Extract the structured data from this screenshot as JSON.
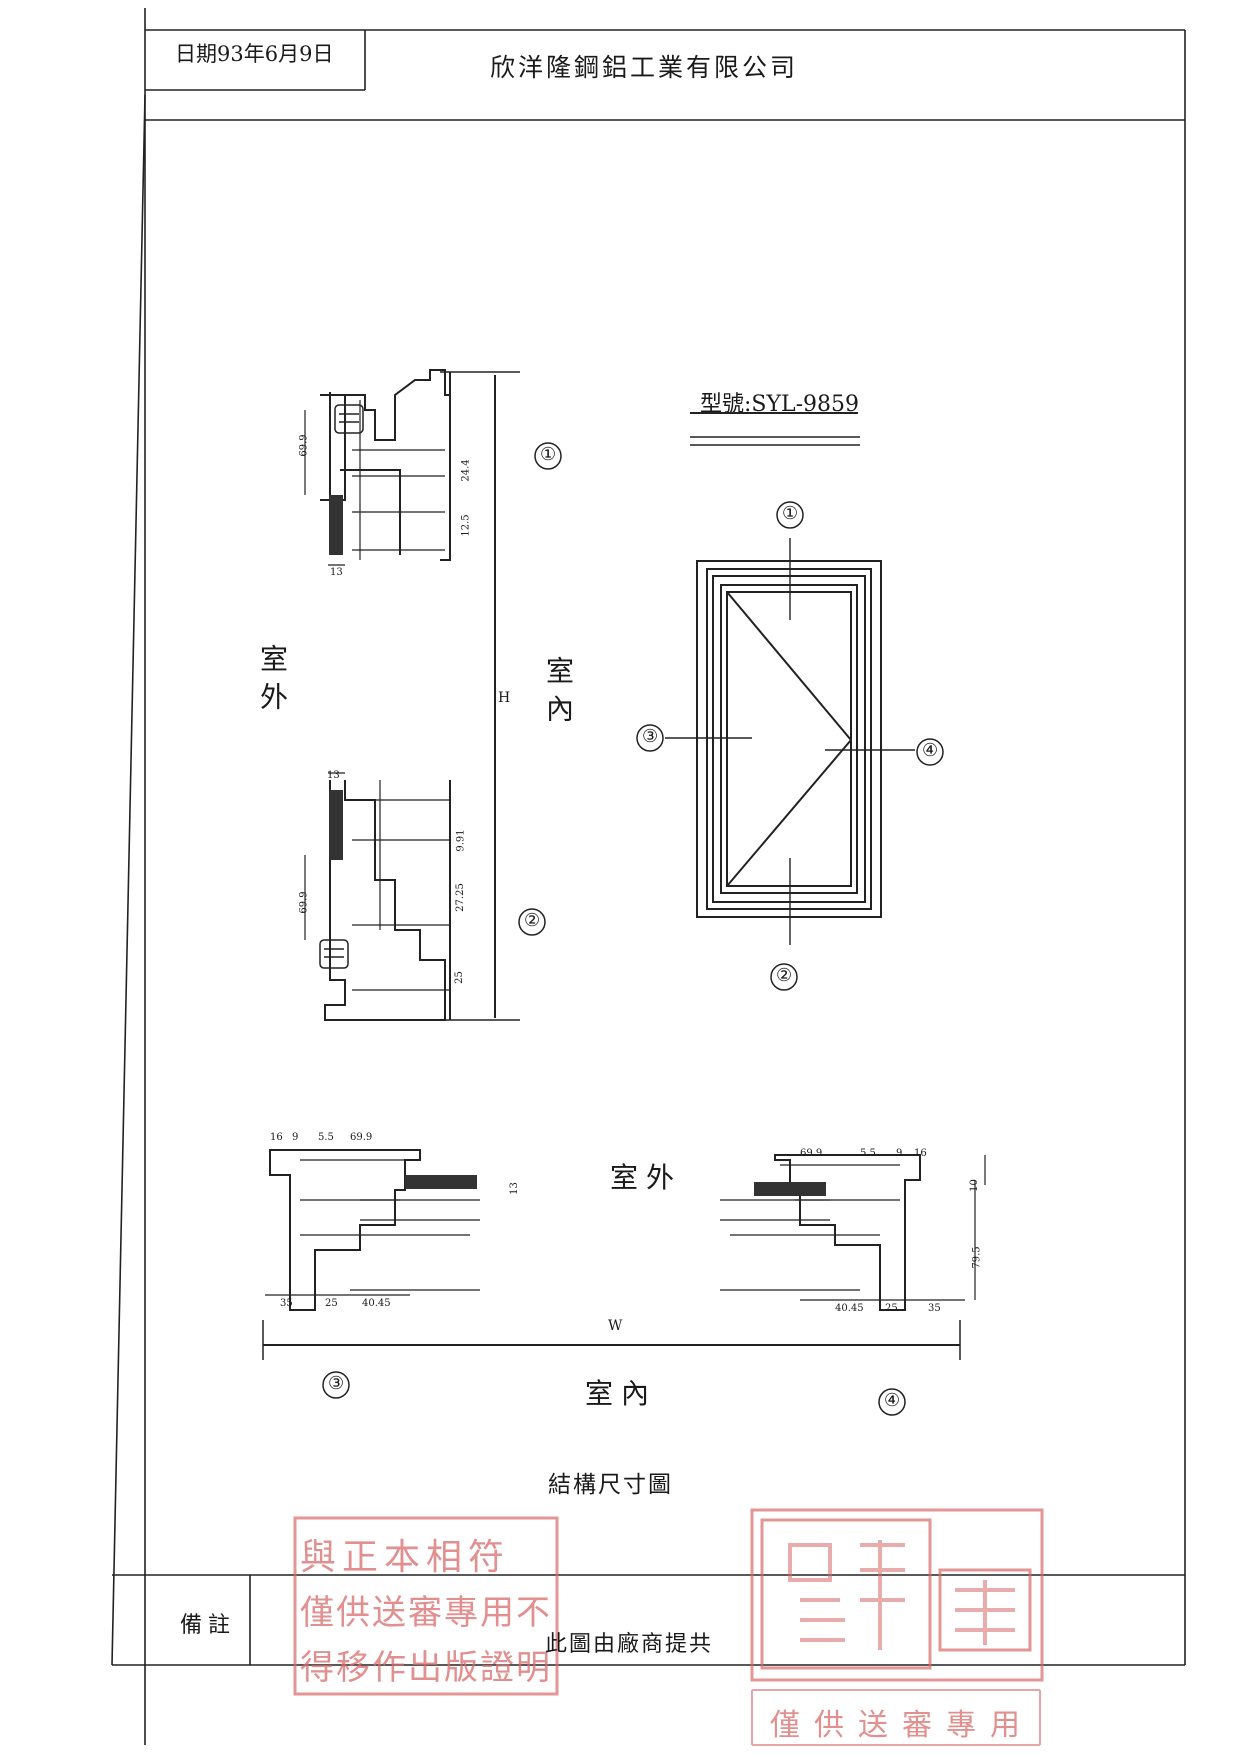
{
  "header": {
    "date": "日期93年6月9日",
    "company": "欣洋隆鋼鋁工業有限公司"
  },
  "model": {
    "label": "型號:SYL-9859"
  },
  "diagram": {
    "outside_left": "室外",
    "inside_right": "室內",
    "outside_bottom": "室外",
    "inside_bottom": "室內",
    "height_label": "H",
    "width_label": "W",
    "markers": [
      "①",
      "②",
      "③",
      "④"
    ],
    "dimensions": {
      "top_section": [
        "69.9",
        "24.4",
        "12.5",
        "13"
      ],
      "bottom_section": [
        "13",
        "9.91",
        "27.25",
        "69.9",
        "25"
      ],
      "left_section": [
        "16",
        "9",
        "5.5",
        "69.9",
        "13",
        "35",
        "25",
        "40.45"
      ],
      "right_section": [
        "69.9",
        "5.5",
        "9",
        "16",
        "10",
        "79.5",
        "40.45",
        "25",
        "35"
      ]
    },
    "title": "結構尺寸圖"
  },
  "footer": {
    "remark_label": "備註",
    "remark_text": "此圖由廠商提共"
  },
  "stamps": {
    "left_lines": [
      "與正本相符",
      "僅供送審專用不",
      "得移作出版證明"
    ],
    "right_bottom": "僅供送審專用"
  },
  "colors": {
    "ink": "#1a1a1a",
    "stamp_red": "#d86a6a"
  }
}
